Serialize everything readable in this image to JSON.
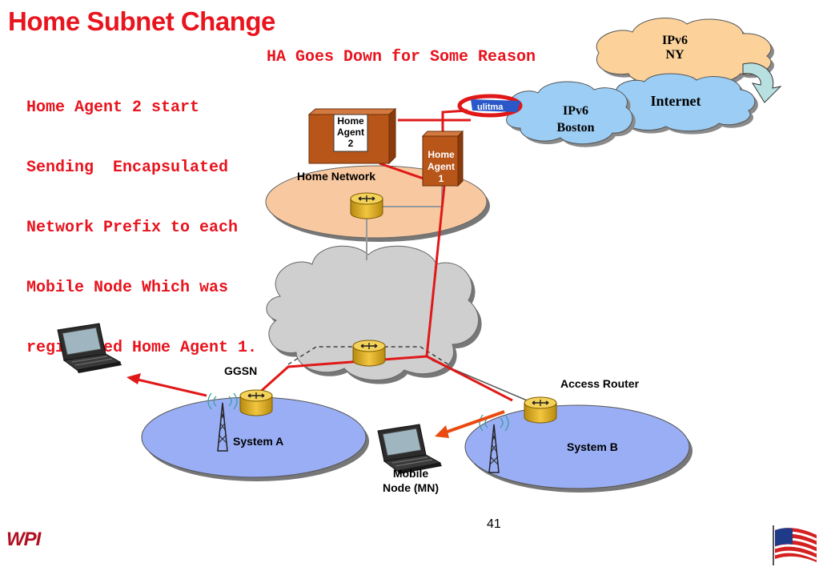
{
  "slide": {
    "title": "Home Subnet Change",
    "ha_down": "HA Goes Down for Some Reason",
    "description": [
      "Home Agent 2 start",
      "Sending  Encapsulated",
      "Network Prefix to each",
      "Mobile Node Which was",
      "registered Home Agent 1."
    ],
    "page_number": "41",
    "logo": "WPI"
  },
  "diagram": {
    "clouds": {
      "ny": [
        "IPv6",
        "NY"
      ],
      "internet": "Internet",
      "boston": [
        "IPv6",
        "Boston"
      ]
    },
    "home_agent_2": [
      "Home",
      "Agent",
      "2"
    ],
    "home_agent_1": [
      "Home",
      "Agent",
      "1"
    ],
    "home_network": "Home Network",
    "ggsn": "GGSN",
    "access_router": "Access Router",
    "system_a": "System A",
    "system_b": "System B",
    "mobile_node": [
      "Mobile",
      "Node (MN)"
    ],
    "colors": {
      "accent_red": "#e8141e",
      "home_net_fill": "#f8c9a0",
      "system_fill": "#9aaef5",
      "cloud_orange": "#fcd29a",
      "cloud_blue": "#9ccdf4",
      "router_gold": "#e0b020",
      "agent_brown": "#b8561a"
    }
  }
}
